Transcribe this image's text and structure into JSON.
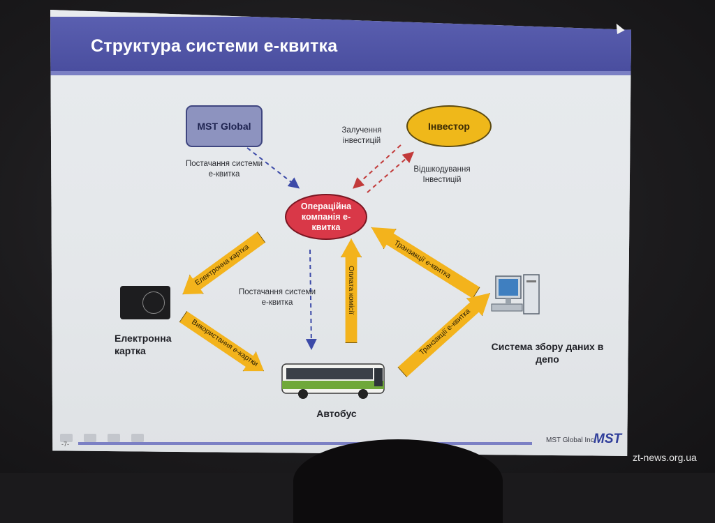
{
  "slide": {
    "title": "Структура системи е-квитка",
    "page_number": "-7-",
    "footer_company": "MST Global Inc",
    "footer_logo": "MST"
  },
  "nodes": {
    "mst": "MST Global",
    "investor": "Інвестор",
    "operator": "Операційна компанія е-квитка",
    "card": "Електронна картка",
    "bus": "Автобус",
    "depot": "Система збору даних в депо"
  },
  "labels": {
    "supply_top": "Постачання системи е-квитка",
    "attract_invest": "Залучення інвестицій",
    "refund_invest": "Відшкодування Інвестицій",
    "supply_bus": "Постачання системи е-квитка"
  },
  "arrows": {
    "card_arrow": "Електронна картка",
    "usage_arrow": "Використання е-картки",
    "fee_arrow": "Оплата комісії",
    "tx_top": "Транзакції е-квитка",
    "tx_bottom": "Транзакції е-квитка"
  },
  "colors": {
    "title_bar": "#4a4e9f",
    "investor": "#efb81a",
    "operator": "#d93848",
    "mst": "#8d93bf",
    "arrow_fill": "#f3b31c",
    "dashed_blue": "#3c4aa8",
    "dashed_red": "#c23a3a"
  },
  "watermark": "zt-news.org.ua"
}
